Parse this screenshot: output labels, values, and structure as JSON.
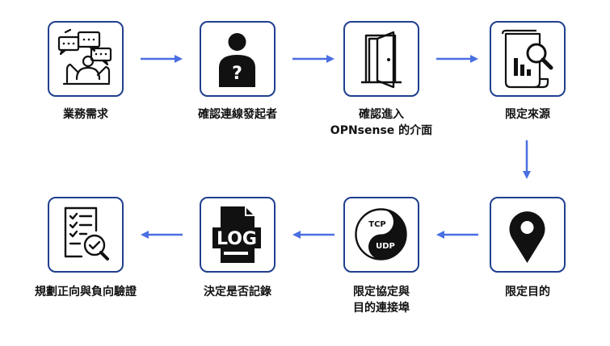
{
  "steps": [
    {
      "id": 1,
      "label": "業務需求",
      "icon": "business-meeting-icon"
    },
    {
      "id": 2,
      "label": "確認連線發起者",
      "icon": "unknown-person-icon"
    },
    {
      "id": 3,
      "label_line1": "確認進入",
      "label_line2": "OPNsense 的介面",
      "icon": "open-door-icon"
    },
    {
      "id": 4,
      "label": "限定來源",
      "icon": "document-search-icon"
    },
    {
      "id": 5,
      "label": "限定目的",
      "icon": "location-pin-icon"
    },
    {
      "id": 6,
      "label_line1": "限定協定與",
      "label_line2": "目的連接埠",
      "icon": "tcp-udp-icon",
      "icon_text_top": "TCP",
      "icon_text_bottom": "UDP"
    },
    {
      "id": 7,
      "label": "決定是否記錄",
      "icon": "log-file-icon",
      "icon_text": "LOG"
    },
    {
      "id": 8,
      "label": "規劃正向與負向驗證",
      "icon": "checklist-verify-icon"
    }
  ],
  "colors": {
    "box_border": "#1f3f8f",
    "arrow": "#4a6fe3",
    "icon": "#111111"
  }
}
